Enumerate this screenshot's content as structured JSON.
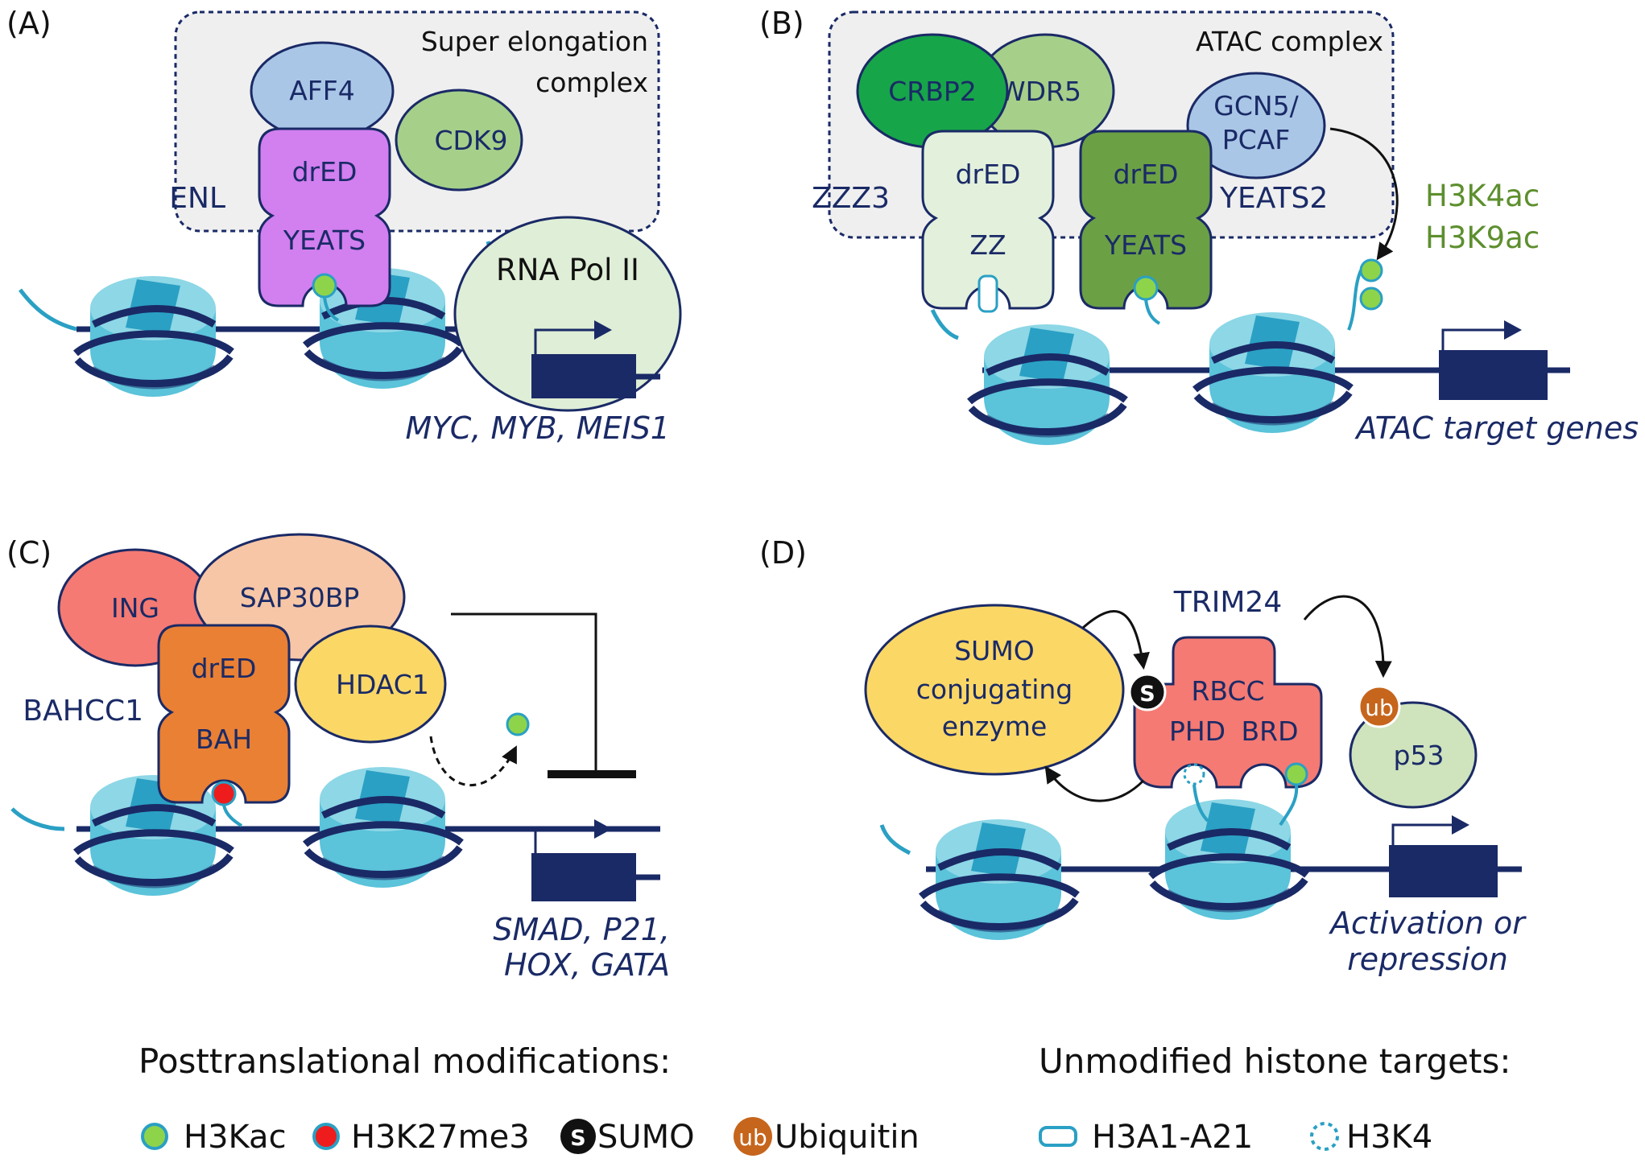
{
  "panels": {
    "a": {
      "label": "(A)",
      "complex_title": [
        "Super elongation",
        "complex"
      ],
      "proteins": {
        "aff4": "AFF4",
        "cdk9": "CDK9",
        "dred": "drED",
        "yeats": "YEATS",
        "pol": "RNA Pol II"
      },
      "reader_name": "ENL",
      "genes": "MYC, MYB, MEIS1"
    },
    "b": {
      "label": "(B)",
      "complex_title": "ATAC complex",
      "proteins": {
        "crbp2": "CRBP2",
        "wdr5": "WDR5",
        "gcn5": [
          "GCN5/",
          "PCAF"
        ],
        "dred_left": "drED",
        "zz": "ZZ",
        "dred_right": "drED",
        "yeats": "YEATS"
      },
      "reader_left": "ZZZ3",
      "reader_right": "YEATS2",
      "marks": [
        "H3K4ac",
        "H3K9ac"
      ],
      "genes": "ATAC target genes"
    },
    "c": {
      "label": "(C)",
      "proteins": {
        "ing": "ING",
        "sap30bp": "SAP30BP",
        "dred": "drED",
        "hdac1": "HDAC1",
        "bah": "BAH"
      },
      "reader_name": "BAHCC1",
      "genes": [
        "SMAD, P21,",
        "HOX, GATA"
      ]
    },
    "d": {
      "label": "(D)",
      "reader_name": "TRIM24",
      "proteins": {
        "sumo_enzyme": [
          "SUMO",
          "conjugating",
          "enzyme"
        ],
        "rbcc": "RBCC",
        "phd": "PHD",
        "brd": "BRD",
        "p53": "p53"
      },
      "badges": {
        "sumo": "S",
        "ub": "ub"
      },
      "genes": [
        "Activation or",
        "repression"
      ]
    }
  },
  "legend": {
    "ptm_title": "Posttranslational modifications:",
    "ptm_items": {
      "h3kac": "H3Kac",
      "h3k27me3": "H3K27me3",
      "sumo": "SUMO",
      "ubiquitin": "Ubiquitin"
    },
    "ptm_badges": {
      "sumo": "S",
      "ub": "ub"
    },
    "unmod_title": "Unmodified histone targets:",
    "unmod_items": {
      "h3a1": "H3A1-A21",
      "h3k4": "H3K4"
    }
  },
  "colors": {
    "navy": "#1a2a66",
    "nucleosome": "#5bc3da",
    "nucleosome_dark": "#2a9fc0",
    "complex_bg": "#efefef",
    "enl": "#d27ff0",
    "aff4": "#a9c6e6",
    "cdk9": "#a6cf8a",
    "pol2": "#dfeed6",
    "crbp2": "#17a54a",
    "wdr5": "#a6cf8a",
    "gcn5": "#a9c6e6",
    "zzz3": "#e3f0dc",
    "yeats2": "#6ba045",
    "ing": "#f47a73",
    "sap30bp": "#f6c6a6",
    "bahcc1": "#ea8034",
    "hdac1": "#fbd766",
    "sumo_enzyme": "#fbd766",
    "trim24": "#f47a73",
    "p53": "#cfe3bd",
    "ub": "#c6651c",
    "h3kac": "#8ed44a",
    "h3k27me3": "#ee1c1c"
  }
}
